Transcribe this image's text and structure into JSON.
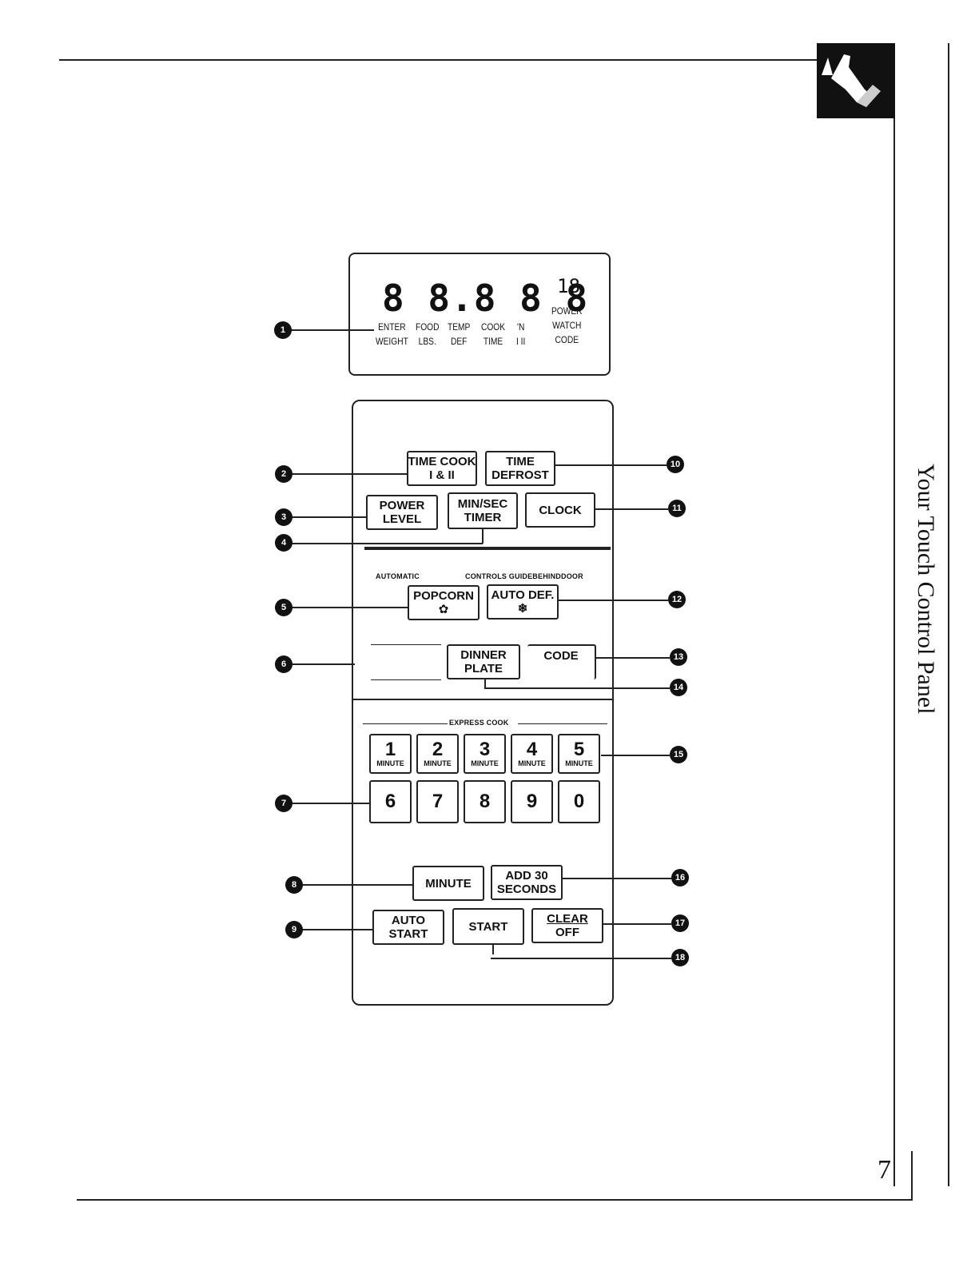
{
  "side_title": "Your Touch Control Panel",
  "page_number": "7",
  "display": {
    "digits": "8 8.8 8 8",
    "small_digits": "18",
    "labels": {
      "enter_weight": [
        "ENTER",
        "WEIGHT"
      ],
      "food_lbs": [
        "FOOD",
        "LBS."
      ],
      "temp_def": [
        "TEMP",
        "DEF"
      ],
      "cook_time": [
        "COOK",
        "TIME"
      ],
      "n_i_ii": [
        "'N",
        "I  II"
      ],
      "power_watch_code": [
        "POWER",
        "WATCH",
        "CODE"
      ]
    }
  },
  "panel_labels": {
    "automatic": "AUTOMATIC",
    "controls_guide": "CONTROLS GUIDEBEHINDDOOR",
    "express_cook": "EXPRESS COOK"
  },
  "buttons": {
    "time_cook": [
      "TIME COOK",
      "I & II"
    ],
    "time_defrost": [
      "TIME",
      "DEFROST"
    ],
    "power_level": [
      "POWER",
      "LEVEL"
    ],
    "min_sec_timer": [
      "MIN/SEC",
      "TIMER"
    ],
    "clock": "CLOCK",
    "popcorn": "POPCORN",
    "popcorn_icon": "✿",
    "auto_def": "AUTO DEF.",
    "auto_def_icon": "❄",
    "dinner_plate": [
      "DINNER",
      "PLATE"
    ],
    "code": "CODE",
    "express": [
      {
        "num": "1",
        "sub": "MINUTE"
      },
      {
        "num": "2",
        "sub": "MINUTE"
      },
      {
        "num": "3",
        "sub": "MINUTE"
      },
      {
        "num": "4",
        "sub": "MINUTE"
      },
      {
        "num": "5",
        "sub": "MINUTE"
      }
    ],
    "digits": [
      "6",
      "7",
      "8",
      "9",
      "0"
    ],
    "minute": "MINUTE",
    "add_30": [
      "ADD 30",
      "SECONDS"
    ],
    "auto_start": [
      "AUTO",
      "START"
    ],
    "start": "START",
    "clear_off": [
      "CLEAR",
      "OFF"
    ]
  },
  "callouts": [
    "1",
    "2",
    "3",
    "4",
    "5",
    "6",
    "7",
    "8",
    "9",
    "10",
    "11",
    "12",
    "13",
    "14",
    "15",
    "16",
    "17",
    "18"
  ]
}
